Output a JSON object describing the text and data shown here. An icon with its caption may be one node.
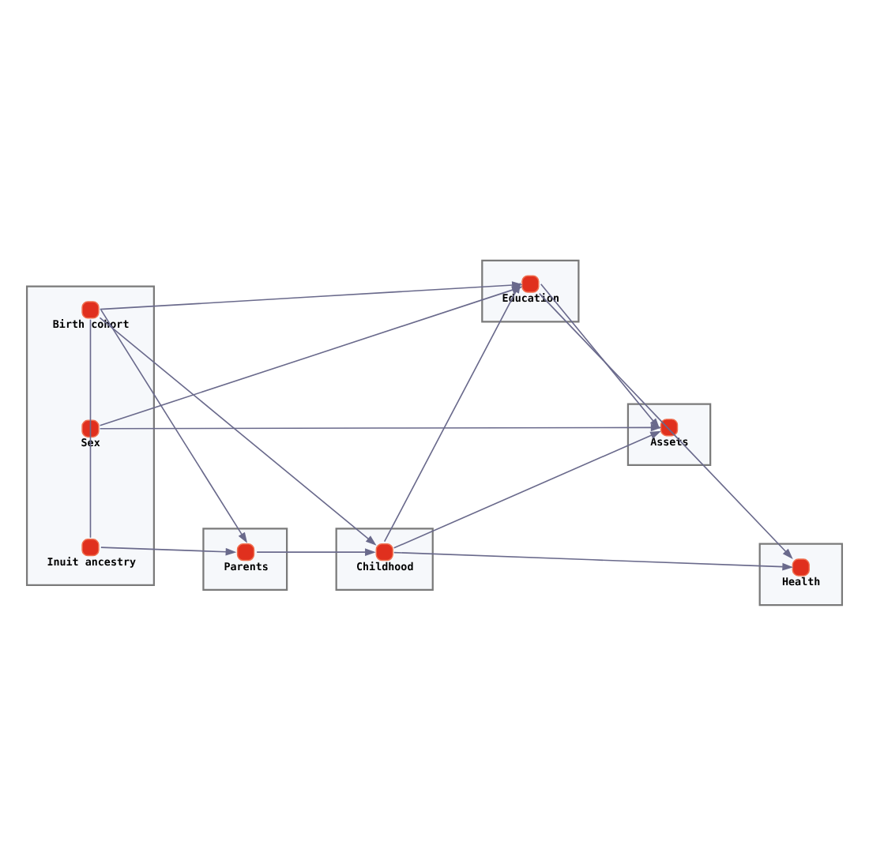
{
  "diagram": {
    "nodes": [
      {
        "text": [],
        "shape": "bar"
      },
      {
        "text": [
          "Sex"
        ],
        "in": 0
      },
      {
        "text": [
          "Inuit ancestry"
        ],
        "in": 0
      },
      {
        "text": [
          "Birth cohort"
        ],
        "in": 0
      },
      {
        "text": [],
        "shape": "bar"
      },
      {
        "text": [
          "Parents"
        ],
        "in": 4
      },
      {
        "text": [],
        "shape": "bar"
      },
      {
        "text": [
          "Childhood"
        ],
        "in": 6
      },
      {
        "text": [],
        "shape": "bar"
      },
      {
        "text": [
          "Education"
        ],
        "in": 8
      },
      {
        "text": [],
        "shape": "bar"
      },
      {
        "text": [
          "Assets"
        ],
        "in": 10
      },
      {
        "text": [],
        "shape": "bar"
      },
      {
        "text": [
          "Health"
        ],
        "in": 12
      }
    ],
    "edges": [
      {
        "from": 1,
        "to": 9,
        "arrow": "to"
      },
      {
        "from": 1,
        "to": 11,
        "arrow": "to"
      },
      {
        "from": 2,
        "to": 5,
        "arrow": "to"
      },
      {
        "from": 2,
        "to": 3,
        "arrow": "none"
      },
      {
        "from": 3,
        "to": 5,
        "arrow": "to"
      },
      {
        "from": 3,
        "to": 9,
        "arrow": "to"
      },
      {
        "from": 3,
        "to": 7,
        "arrow": "to"
      },
      {
        "from": 5,
        "to": 7,
        "arrow": "to"
      },
      {
        "from": 7,
        "to": 9,
        "arrow": "to"
      },
      {
        "from": 7,
        "to": 11,
        "arrow": "to"
      },
      {
        "from": 7,
        "to": 13,
        "arrow": "to"
      },
      {
        "from": 9,
        "to": 11,
        "arrow": "to"
      },
      {
        "from": 9,
        "to": 13,
        "arrow": "to"
      }
    ]
  }
}
